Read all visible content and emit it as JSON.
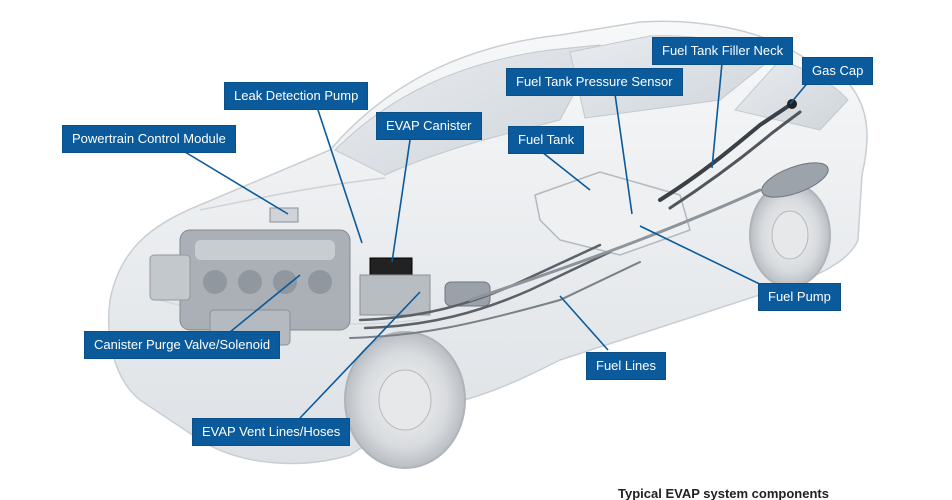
{
  "diagram": {
    "caption": "Typical EVAP system components",
    "labels": {
      "powertrain_control_module": "Powertrain Control Module",
      "leak_detection_pump": "Leak Detection Pump",
      "evap_canister": "EVAP Canister",
      "fuel_tank_pressure_sensor": "Fuel Tank Pressure Sensor",
      "fuel_tank_filler_neck": "Fuel Tank Filler Neck",
      "gas_cap": "Gas Cap",
      "fuel_tank": "Fuel Tank",
      "fuel_pump": "Fuel Pump",
      "canister_purge_valve": "Canister Purge Valve/Solenoid",
      "fuel_lines": "Fuel Lines",
      "evap_vent_lines": "EVAP Vent Lines/Hoses"
    },
    "colors": {
      "label_bg": "#0a5a9c",
      "label_text": "#ffffff",
      "leader_line": "#0a5a9c",
      "car_body": "#f1f3f5",
      "engine": "#9aa0a6"
    }
  }
}
